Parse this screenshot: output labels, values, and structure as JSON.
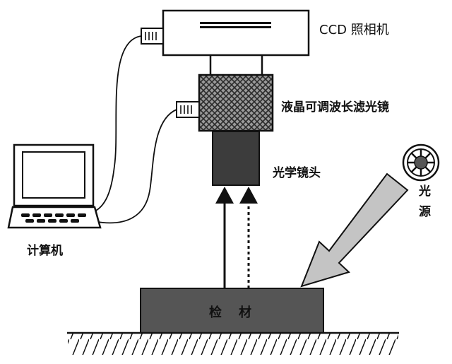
{
  "labels": {
    "ccd_camera": "CCD 照相机",
    "lcd_tunable_filter": "液晶可调波长滤光镜",
    "optical_lens": "光学镜头",
    "computer": "计算机",
    "light_source_char1": "光",
    "light_source_char2": "源",
    "sample": "检材"
  },
  "colors": {
    "line": "#111111",
    "lens_fill": "#3c3c3c",
    "sample_fill": "#555555",
    "filter_fill": "#8a8a8a",
    "light_arrow_fill": "#c4c4c4",
    "background": "#ffffff"
  }
}
